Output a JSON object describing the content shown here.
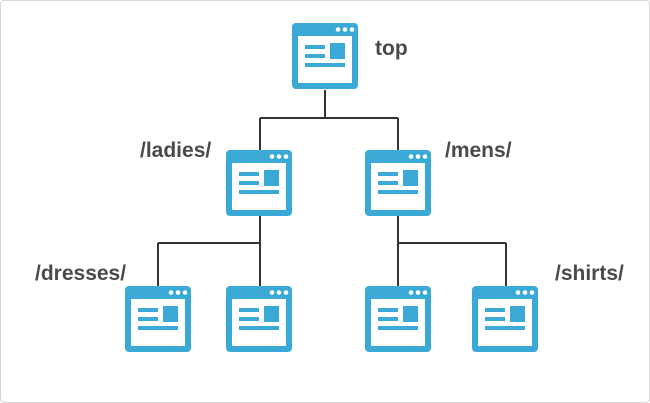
{
  "labels": {
    "top": "top",
    "ladies": "/ladies/",
    "mens": "/mens/",
    "dresses": "/dresses/",
    "shirts": "/shirts/"
  },
  "colors": {
    "page_icon": "#3ba9d6",
    "page_icon_inner": "#ffffff",
    "connector": "#333333",
    "label_text": "#4a4a4a",
    "frame_border": "#d6d6d6"
  },
  "nodes": [
    {
      "id": "top",
      "icon": "web-page-icon"
    },
    {
      "id": "ladies",
      "icon": "web-page-icon"
    },
    {
      "id": "mens",
      "icon": "web-page-icon"
    },
    {
      "id": "ladies-child-1",
      "icon": "web-page-icon"
    },
    {
      "id": "ladies-child-2",
      "icon": "web-page-icon"
    },
    {
      "id": "mens-child-1",
      "icon": "web-page-icon"
    },
    {
      "id": "mens-child-2",
      "icon": "web-page-icon"
    }
  ]
}
